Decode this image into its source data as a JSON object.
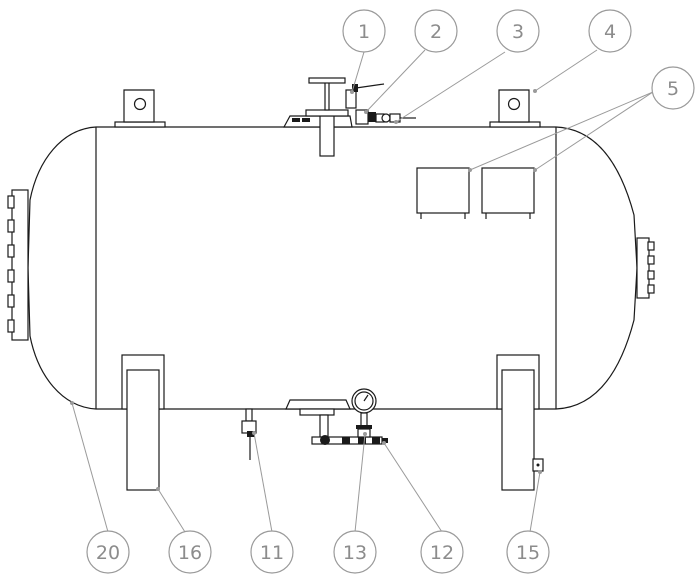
{
  "callouts": {
    "c1": "1",
    "c2": "2",
    "c3": "3",
    "c4": "4",
    "c5": "5",
    "c20": "20",
    "c16": "16",
    "c11": "11",
    "c13": "13",
    "c12": "12",
    "c15": "15"
  },
  "colors": {
    "line": "#1a1a1a",
    "callout": "#8c8c8c"
  }
}
